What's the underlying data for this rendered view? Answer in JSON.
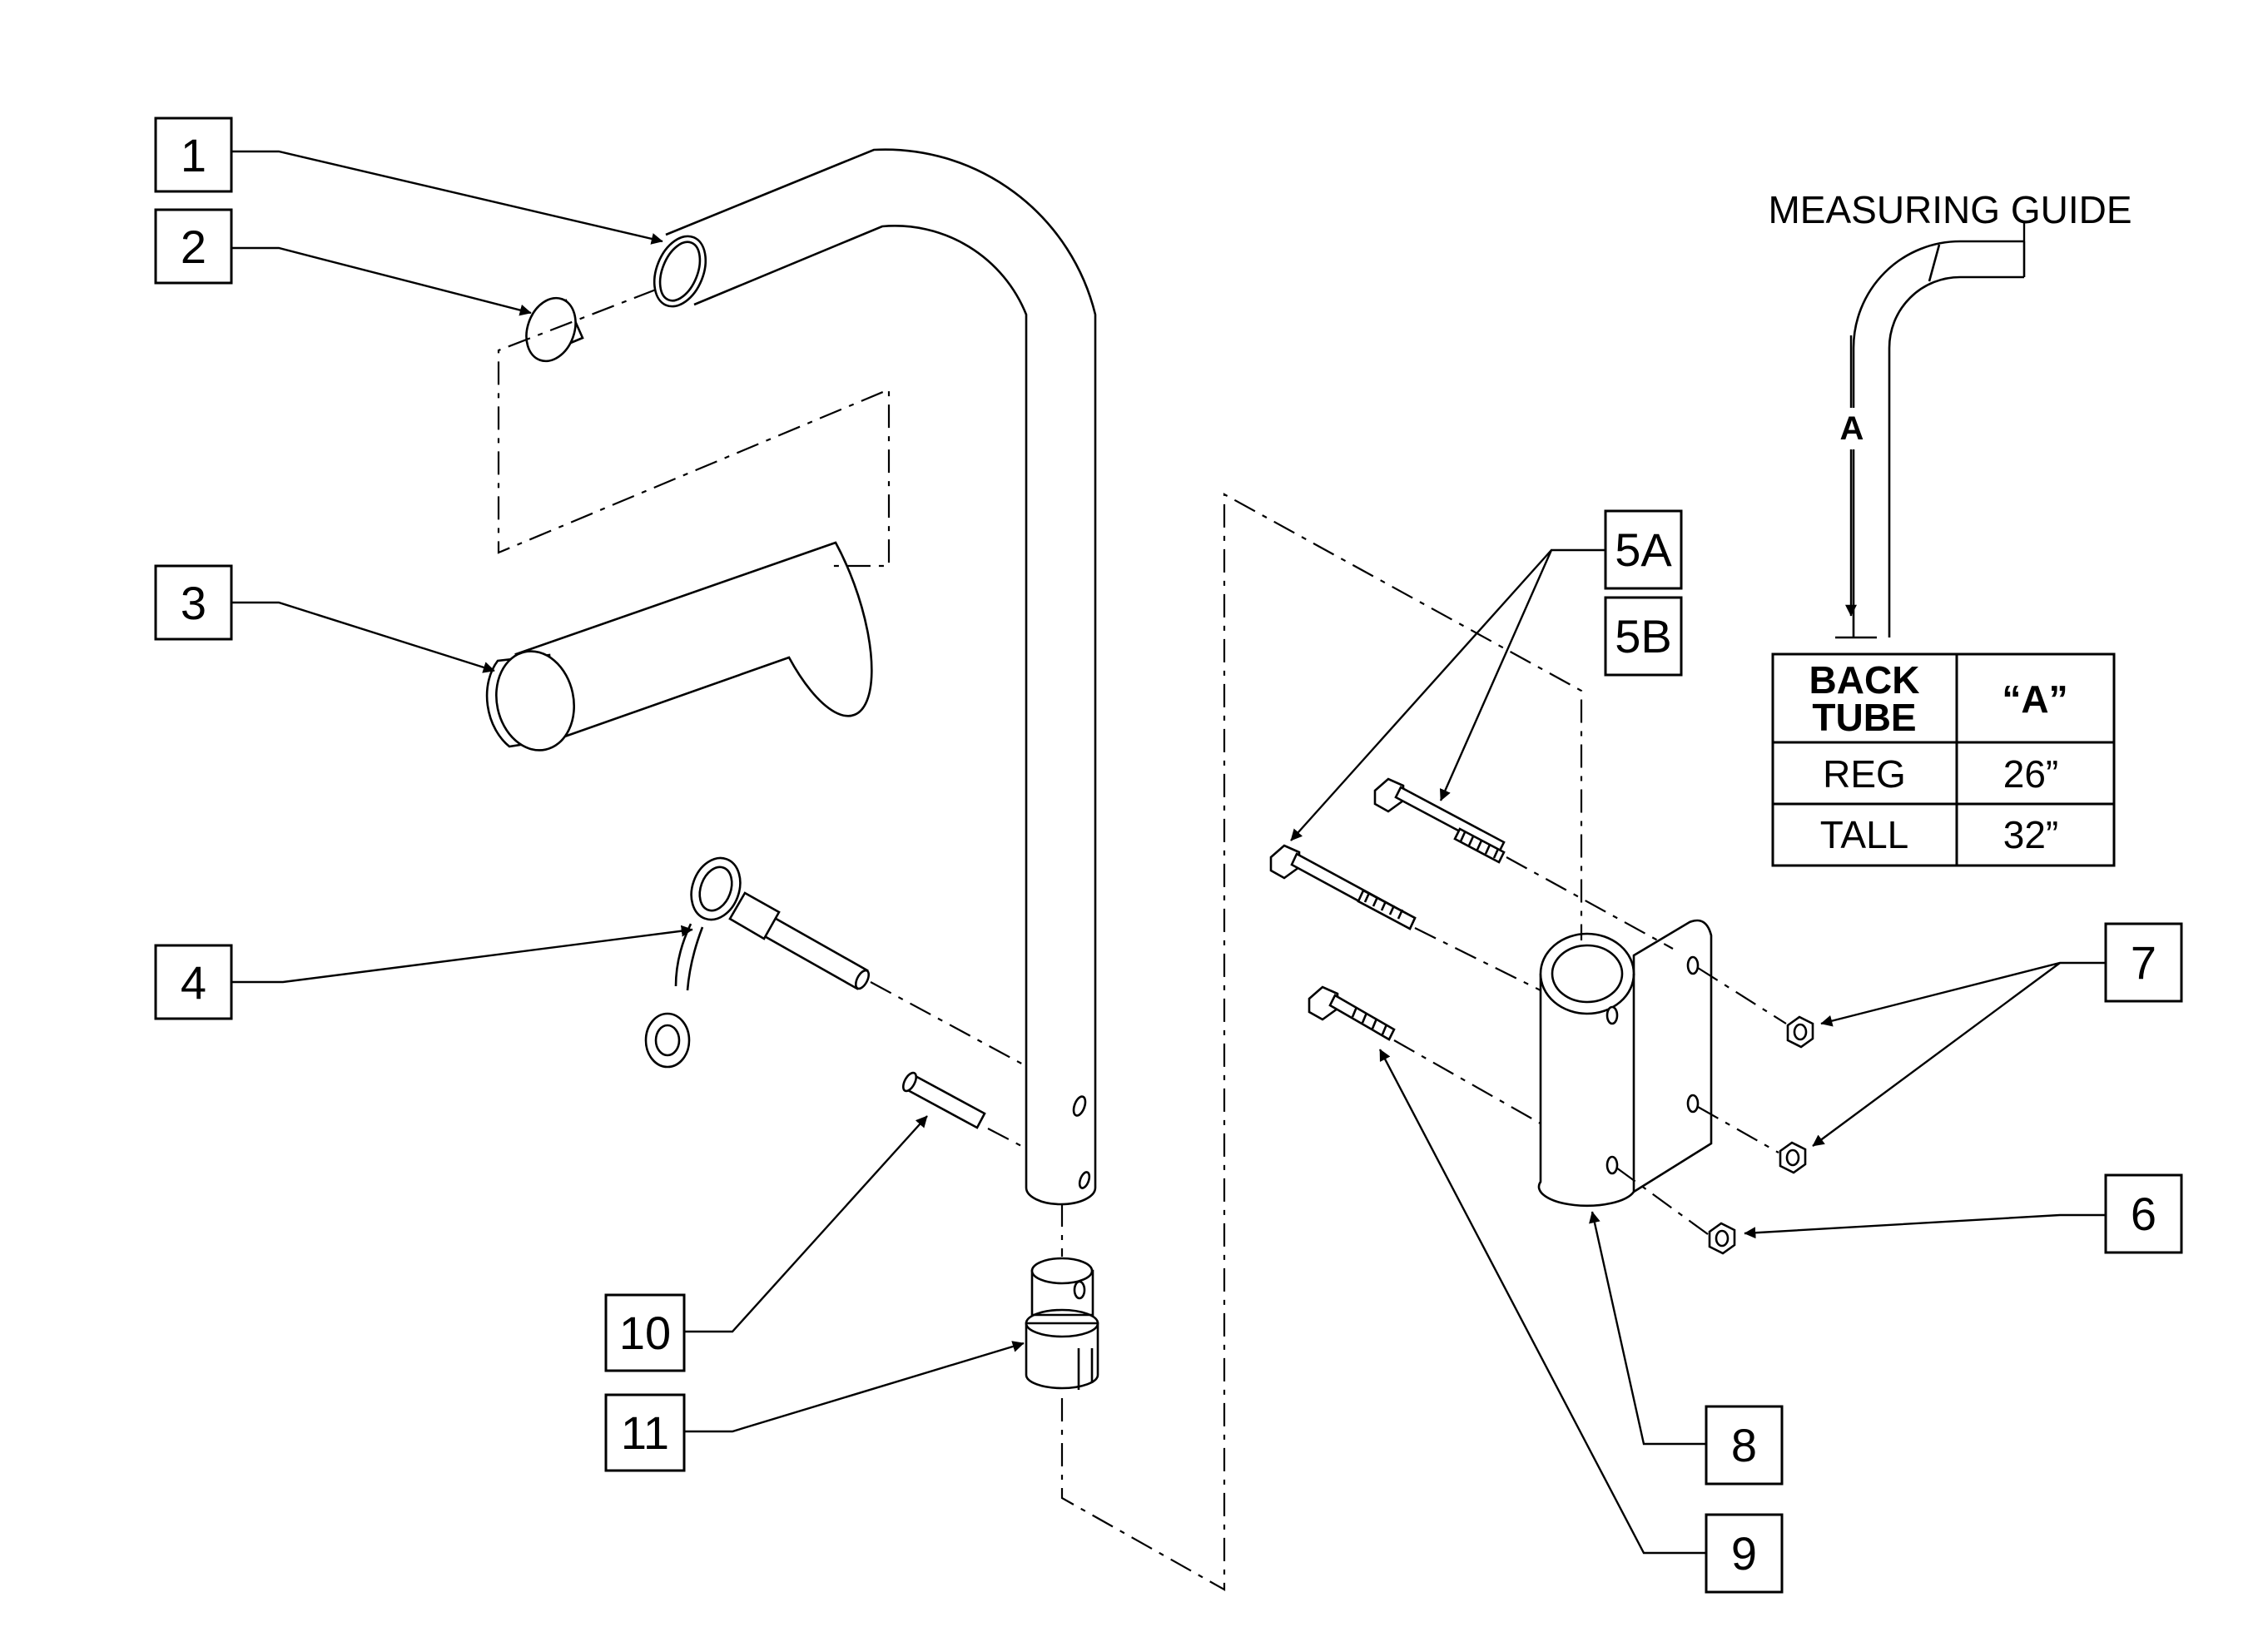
{
  "callouts": [
    {
      "id": "c1",
      "label": "1"
    },
    {
      "id": "c2",
      "label": "2"
    },
    {
      "id": "c3",
      "label": "3"
    },
    {
      "id": "c4",
      "label": "4"
    },
    {
      "id": "c5a",
      "label": "5A"
    },
    {
      "id": "c5b",
      "label": "5B"
    },
    {
      "id": "c6",
      "label": "6"
    },
    {
      "id": "c7",
      "label": "7"
    },
    {
      "id": "c8",
      "label": "8"
    },
    {
      "id": "c9",
      "label": "9"
    },
    {
      "id": "c10",
      "label": "10"
    },
    {
      "id": "c11",
      "label": "11"
    }
  ],
  "guide": {
    "title": "MEASURING GUIDE",
    "dimension_label": "A"
  },
  "table": {
    "header": {
      "col1_line1": "BACK",
      "col1_line2": "TUBE",
      "col2": "“A”"
    },
    "rows": [
      {
        "type": "REG",
        "value": "26”"
      },
      {
        "type": "TALL",
        "value": "32”"
      }
    ]
  }
}
